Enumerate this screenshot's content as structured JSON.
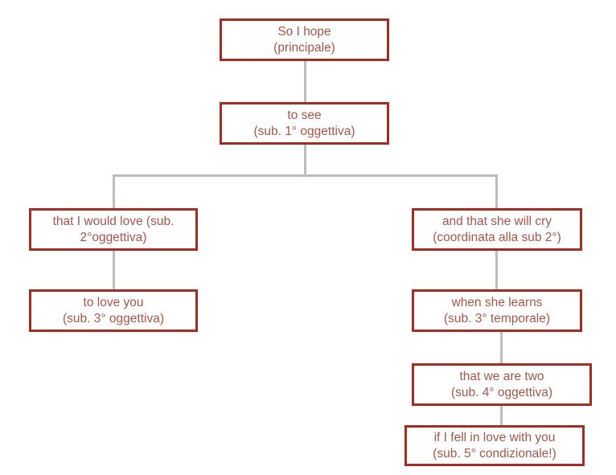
{
  "diagram": {
    "type": "tree",
    "title": "",
    "colors": {
      "box_border": "#a32d22",
      "text": "#a4564a",
      "connector": "#bdbdbd",
      "background": "#ffffff"
    },
    "nodes": [
      {
        "id": "principale",
        "line1": "So I hope",
        "line2": "(principale)"
      },
      {
        "id": "tosee",
        "line1": "to see",
        "line2": "(sub. 1° oggettiva)"
      },
      {
        "id": "wouldlove",
        "line1": "that I would love (sub.",
        "line2": "2°oggettiva)"
      },
      {
        "id": "loveyou",
        "line1": "to love you",
        "line2": "(sub. 3° oggettiva)"
      },
      {
        "id": "shewillcry",
        "line1": "and that she will cry",
        "line2": "(coordinata alla sub 2°)"
      },
      {
        "id": "shelearns",
        "line1": "when she learns",
        "line2": "(sub. 3° temporale)"
      },
      {
        "id": "wearetwo",
        "line1": "that we are two",
        "line2": "(sub. 4° oggettiva)"
      },
      {
        "id": "fellinlove",
        "line1": "if I fell in love with you",
        "line2": "(sub. 5° condizionale!)"
      }
    ],
    "edges": [
      {
        "from": "principale",
        "to": "tosee"
      },
      {
        "from": "tosee",
        "to": "wouldlove"
      },
      {
        "from": "tosee",
        "to": "shewillcry"
      },
      {
        "from": "wouldlove",
        "to": "loveyou"
      },
      {
        "from": "shewillcry",
        "to": "shelearns"
      },
      {
        "from": "shelearns",
        "to": "wearetwo"
      },
      {
        "from": "wearetwo",
        "to": "fellinlove"
      }
    ]
  }
}
